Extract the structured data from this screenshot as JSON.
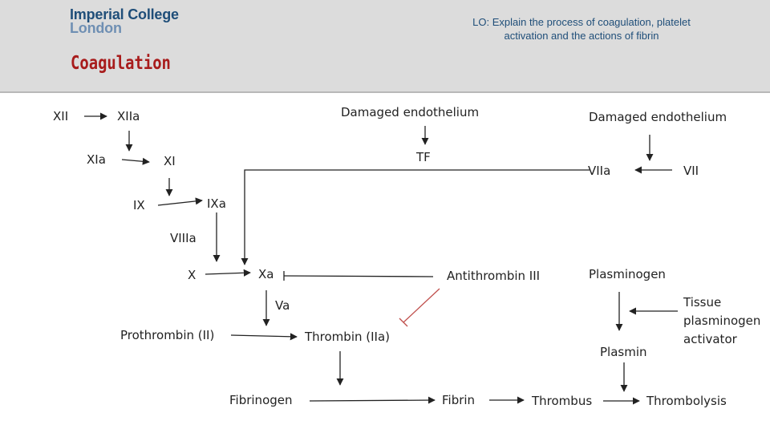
{
  "header": {
    "logo_line1": "Imperial College",
    "logo_line2": "London",
    "lo_line1": "LO: Explain the process of coagulation, platelet",
    "lo_line2": "activation and the actions of fibrin",
    "title": "Coagulation"
  },
  "diagram": {
    "nodes": {
      "xii": "XII",
      "xiia": "XIIa",
      "damaged_endothelium_1": "Damaged endothelium",
      "damaged_endothelium_2": "Damaged endothelium",
      "xia": "XIa",
      "xi": "XI",
      "tf": "TF",
      "viia": "VIIa",
      "vii": "VII",
      "ix": "IX",
      "ixa": "IXa",
      "viiia": "VIIIa",
      "x": "X",
      "xa": "Xa",
      "antithrombin": "Antithrombin III",
      "plasminogen": "Plasminogen",
      "va": "Va",
      "tpa_1": "Tissue",
      "tpa_2": "plasminogen",
      "tpa_3": "activator",
      "prothrombin": "Prothrombin (II)",
      "thrombin": "Thrombin (IIa)",
      "plasmin": "Plasmin",
      "fibrinogen": "Fibrinogen",
      "fibrin": "Fibrin",
      "thrombus": "Thrombus",
      "thrombolysis": "Thrombolysis"
    }
  },
  "colors": {
    "header_bg": "#dcdcdc",
    "logo_primary": "#1f4e79",
    "logo_secondary": "#6f8fb3",
    "title": "#a81c1c",
    "inhibition_line": "#c0504d",
    "text": "#222222"
  }
}
